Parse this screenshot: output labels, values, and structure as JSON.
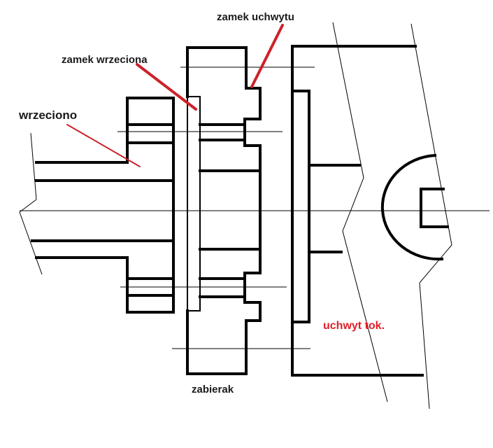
{
  "labels": {
    "chuck_lock": "zamek uchwytu",
    "spindle_lock": "zamek wrzeciona",
    "spindle": "wrzeciono",
    "lathe_chuck": "uchwyt tok.",
    "driver": "zabierak"
  },
  "colors": {
    "line": "#000000",
    "leader": "#cc2229",
    "label_text": "#1a1a1a",
    "label_red": "#e0202a",
    "background": "#ffffff"
  }
}
